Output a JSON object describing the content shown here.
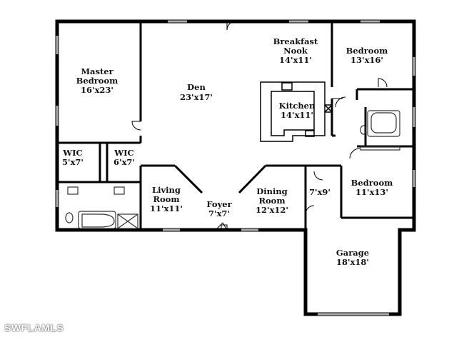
{
  "rooms": {
    "master_bedroom": {
      "label_line1": "Master",
      "label_line2": "Bedroom",
      "size": "16'x23'"
    },
    "den": {
      "label": "Den",
      "size": "23'x17'"
    },
    "breakfast_nook": {
      "label_line1": "Breakfast",
      "label_line2": "Nook",
      "size": "14'x11'"
    },
    "bedroom_1": {
      "label": "Bedroom",
      "size": "13'x16'"
    },
    "kitchen": {
      "label": "Kitchen",
      "size": "14'x11'"
    },
    "wic_1": {
      "label": "WIC",
      "size": "5'x7'"
    },
    "wic_2": {
      "label": "WIC",
      "size": "6'x7'"
    },
    "living_room": {
      "label_line1": "Living",
      "label_line2": "Room",
      "size": "11'x11'"
    },
    "foyer": {
      "label": "Foyer",
      "size": "7'x7'"
    },
    "dining_room": {
      "label_line1": "Dining",
      "label_line2": "Room",
      "size": "12'x12'"
    },
    "utility": {
      "size": "7'x9'"
    },
    "bedroom_2": {
      "label": "Bedroom",
      "size": "11'x13'"
    },
    "garage": {
      "label": "Garage",
      "size": "18'x18'"
    }
  },
  "watermark": "SWFLAMLS",
  "colors": {
    "wall": "#000000",
    "window": "#aaaaaa",
    "fixture": "#333333",
    "background": "#ffffff"
  }
}
